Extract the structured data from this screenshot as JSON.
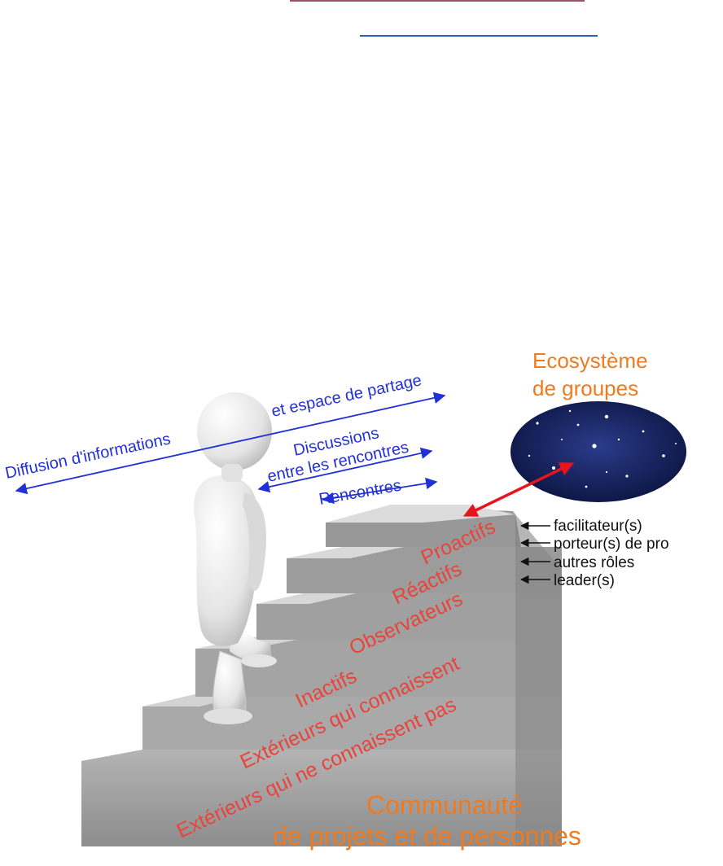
{
  "ecosystem": {
    "title_line1": "Ecosystème",
    "title_line2": "de groupes"
  },
  "community": {
    "title_line1": "Communauté",
    "title_line2": "de projets et de personnes"
  },
  "channels": {
    "diffusion": "Diffusion d'informations",
    "partage": "et espace de partage",
    "discussions_line1": "Discussions",
    "discussions_line2": "entre les rencontres",
    "rencontres": "Rencontres"
  },
  "steps": [
    "Extérieurs qui ne connaissent pas",
    "Extérieurs qui connaissent",
    "Inactifs",
    "Observateurs",
    "Réactifs",
    "Proactifs"
  ],
  "roles": [
    "facilitateur(s)",
    "porteur(s) de pro",
    "autres rôles",
    "leader(s)"
  ],
  "colors": {
    "steps_text": "#e8443c",
    "channels_text": "#2230d8",
    "titles_text": "#f07a1e",
    "link_arrow": "#e8141c",
    "stair_gray": "#8c8c8c",
    "sky": "#0f1a4a"
  },
  "icons": [
    "person-figure-icon",
    "stars-ellipse-icon"
  ]
}
